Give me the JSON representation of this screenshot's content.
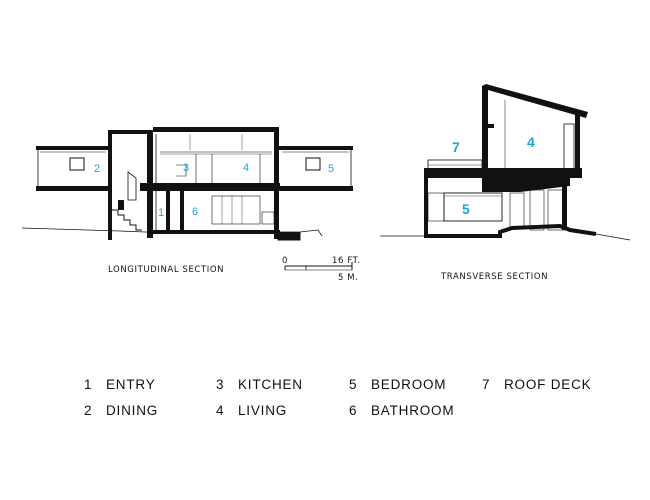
{
  "sections": {
    "longitudinal": {
      "caption": "LONGITUDINAL SECTION"
    },
    "transverse": {
      "caption": "TRANSVERSE SECTION"
    }
  },
  "scale_bar": {
    "zero": "0",
    "feet": "16 FT.",
    "meters": "5 M."
  },
  "room_tags": {
    "longitudinal": [
      "1",
      "2",
      "3",
      "4",
      "5",
      "6"
    ],
    "transverse": [
      "4",
      "5",
      "7"
    ]
  },
  "legend": [
    {
      "num": "1",
      "label": "ENTRY"
    },
    {
      "num": "2",
      "label": "DINING"
    },
    {
      "num": "3",
      "label": "KITCHEN"
    },
    {
      "num": "4",
      "label": "LIVING"
    },
    {
      "num": "5",
      "label": "BEDROOM"
    },
    {
      "num": "6",
      "label": "BATHROOM"
    },
    {
      "num": "7",
      "label": "ROOF DECK"
    }
  ],
  "colors": {
    "ink": "#111111",
    "tag": "#1fa4d8",
    "paper": "#ffffff"
  }
}
